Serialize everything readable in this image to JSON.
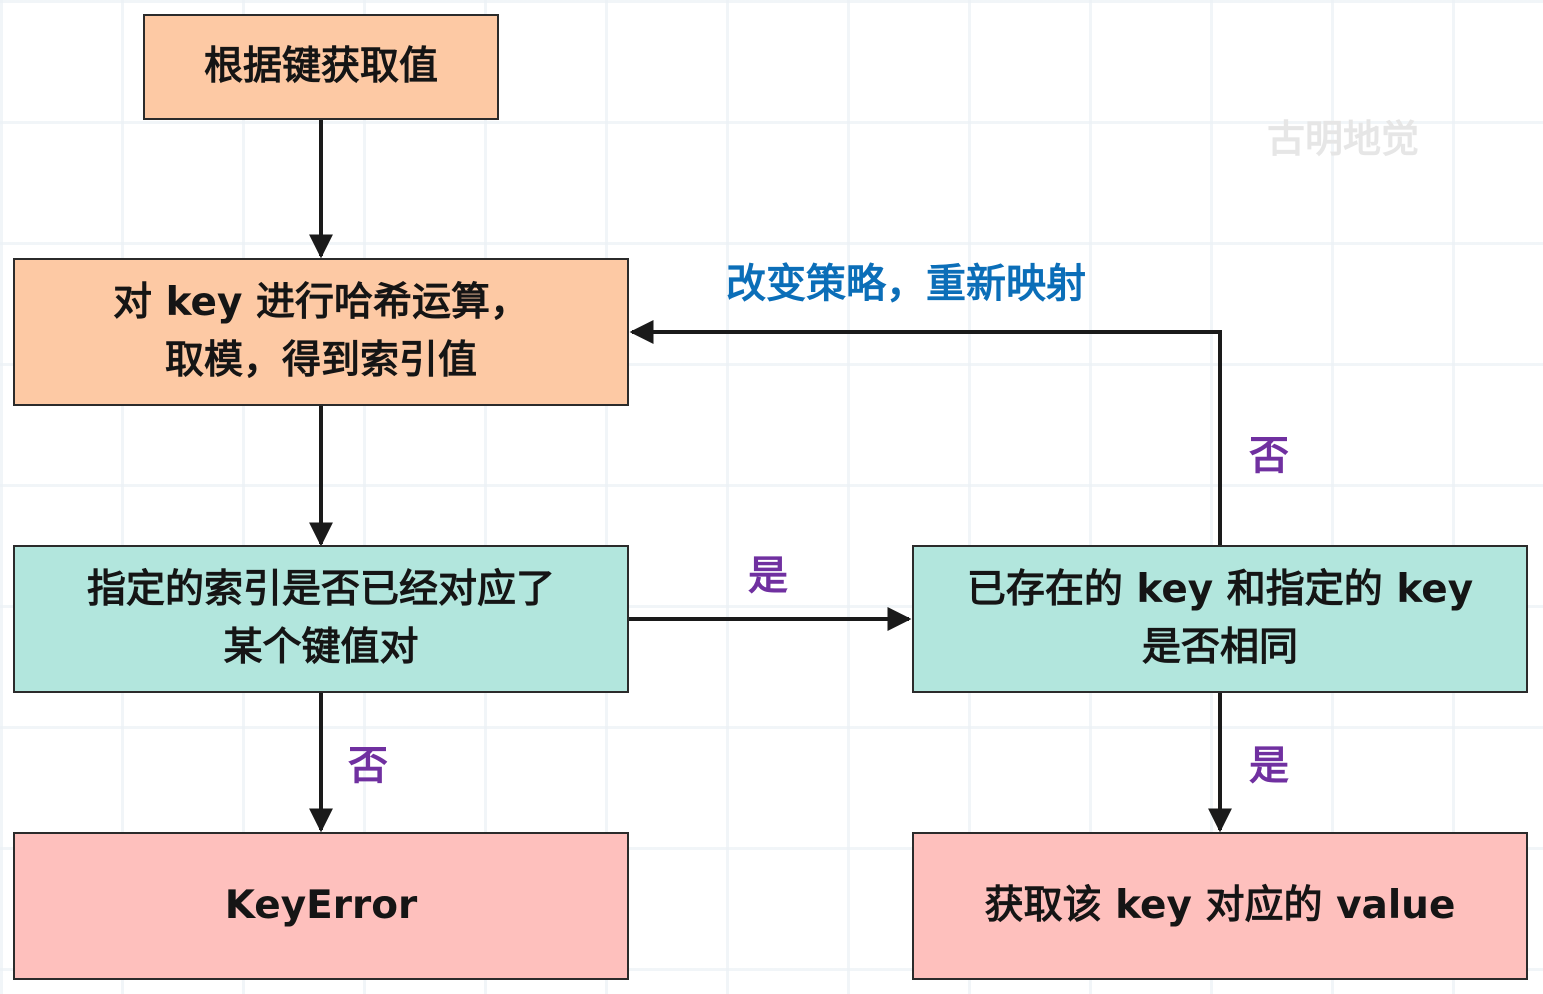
{
  "watermark": "古明地觉",
  "nodes": {
    "get_value": "根据键获取值",
    "hash_key": "对 key 进行哈希运算，\n取模，得到索引值",
    "index_check": "指定的索引是否已经对应了\n某个键值对",
    "key_compare": "已存在的 key 和指定的 key\n是否相同",
    "key_error": "KeyError",
    "return_value": "获取该 key 对应的 value"
  },
  "edge_labels": {
    "rehash": "改变策略，重新映射",
    "compare_no": "否",
    "index_yes": "是",
    "index_no": "否",
    "compare_yes": "是"
  },
  "colors": {
    "start_fill": "#fdc9a4",
    "decision_fill": "#b2e6dd",
    "end_fill": "#fec0bd",
    "label_purple": "#7030a0",
    "label_blue": "#0b6eb8",
    "line": "#1a1a1a"
  }
}
